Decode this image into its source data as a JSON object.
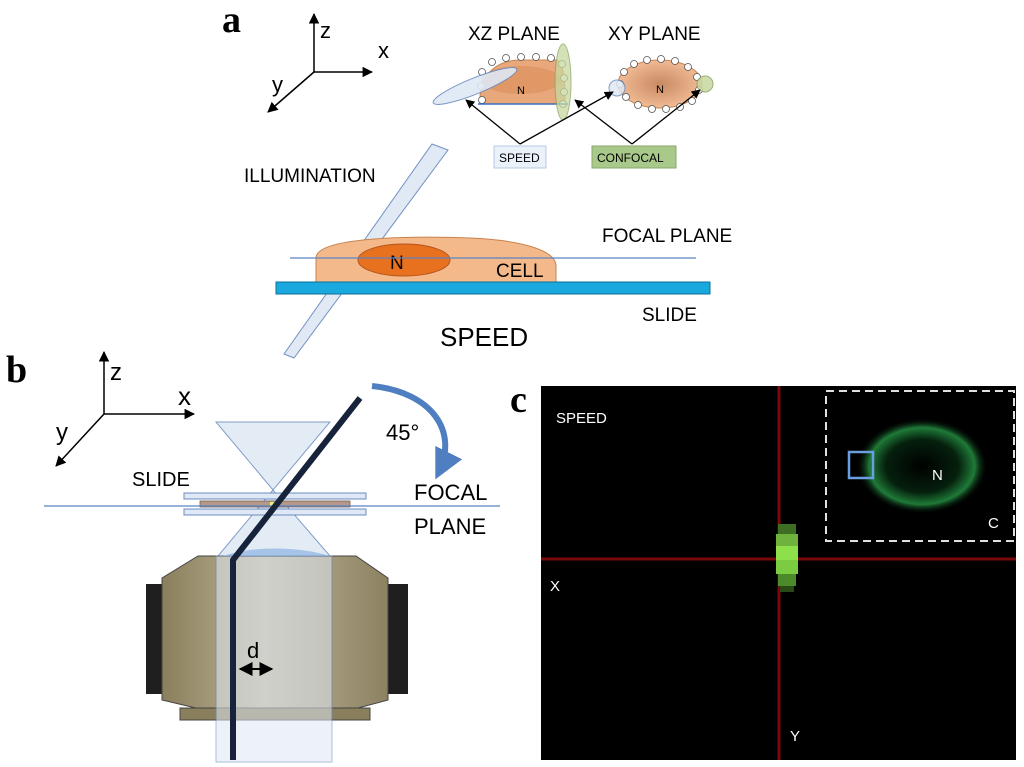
{
  "panel_a": {
    "label": "a",
    "axes": {
      "z": "z",
      "x": "x",
      "y": "y"
    },
    "xz_plane": "XZ PLANE",
    "xy_plane": "XY PLANE",
    "nucleus_small": "N",
    "speed_box": "SPEED",
    "confocal_box": "CONFOCAL",
    "illumination": "ILLUMINATION",
    "focal_plane": "FOCAL PLANE",
    "nucleus": "N",
    "cell": "CELL",
    "slide": "SLIDE",
    "title": "SPEED"
  },
  "panel_b": {
    "label": "b",
    "axes": {
      "z": "z",
      "x": "x",
      "y": "y"
    },
    "angle": "45°",
    "slide": "SLIDE",
    "focal_plane_line1": "FOCAL",
    "focal_plane_line2": "PLANE",
    "d": "d"
  },
  "panel_c": {
    "label": "c",
    "speed": "SPEED",
    "x_axis": "X",
    "y_axis": "Y",
    "nucleus": "N",
    "inset": "C"
  },
  "colors": {
    "cell": "#f4b98a",
    "nucleus": "#e8711f",
    "slide": "#19a9df",
    "beam": "#dfe8f4",
    "speed_box": "#eaf1fa",
    "confocal_box": "#a9c98a",
    "crosshair": "#7a0a0a",
    "signal": "#8ee04a",
    "membrane": "#1c7a35",
    "arrow_blue": "#4f7fc0"
  }
}
